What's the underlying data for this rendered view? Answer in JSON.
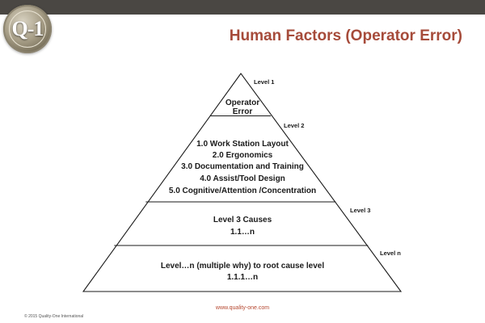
{
  "header": {
    "logo_text": "Q-1",
    "title": "Human Factors (Operator Error)"
  },
  "pyramid": {
    "tiers": [
      {
        "level_label": "Level 1",
        "lines": [
          "Operator",
          "Error"
        ]
      },
      {
        "level_label": "Level 2",
        "lines": [
          "1.0 Work Station Layout",
          "2.0 Ergonomics",
          "3.0 Documentation and Training",
          "4.0 Assist/Tool Design",
          "5.0 Cognitive/Attention /Concentration"
        ]
      },
      {
        "level_label": "Level 3",
        "lines": [
          "Level 3 Causes",
          "1.1…n"
        ]
      },
      {
        "level_label": "Level n",
        "lines": [
          "Level…n (multiple why) to root cause level",
          "1.1.1…n"
        ]
      }
    ]
  },
  "footer": {
    "url": "www.quality-one.com",
    "copyright": "© 2015 Quality-One International"
  }
}
